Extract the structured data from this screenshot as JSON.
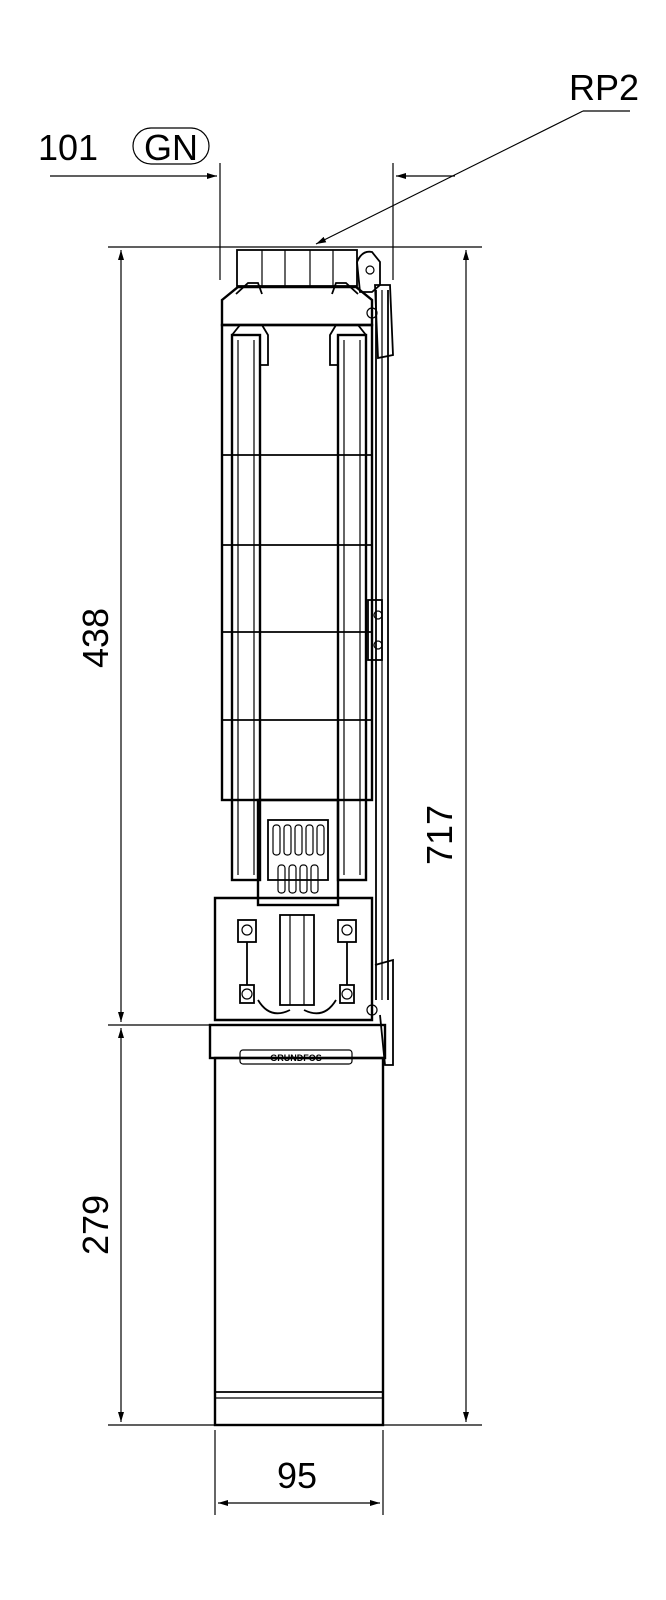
{
  "dimensions": {
    "connection_label": "RP2",
    "width_top": "101",
    "width_top_tag": "GN",
    "height_pump": "438",
    "height_total": "717",
    "height_motor": "279",
    "width_bottom": "95"
  },
  "logo_text": "GRUNDFOS"
}
